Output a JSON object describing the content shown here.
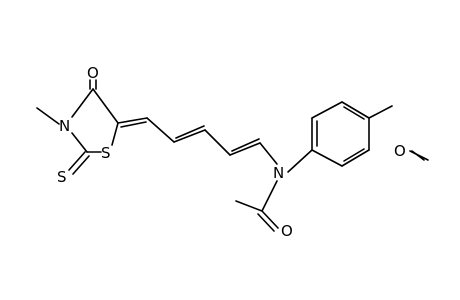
{
  "molecule": {
    "atom_labels": {
      "ring_oxygen": "O",
      "ring_nitrogen": "N",
      "ring_sulfur": "S",
      "thione_sulfur": "S",
      "methyl": "methyl",
      "amide_nitrogen": "N",
      "acetyl_oxygen": "O",
      "methoxy_oxygen": "O"
    }
  }
}
